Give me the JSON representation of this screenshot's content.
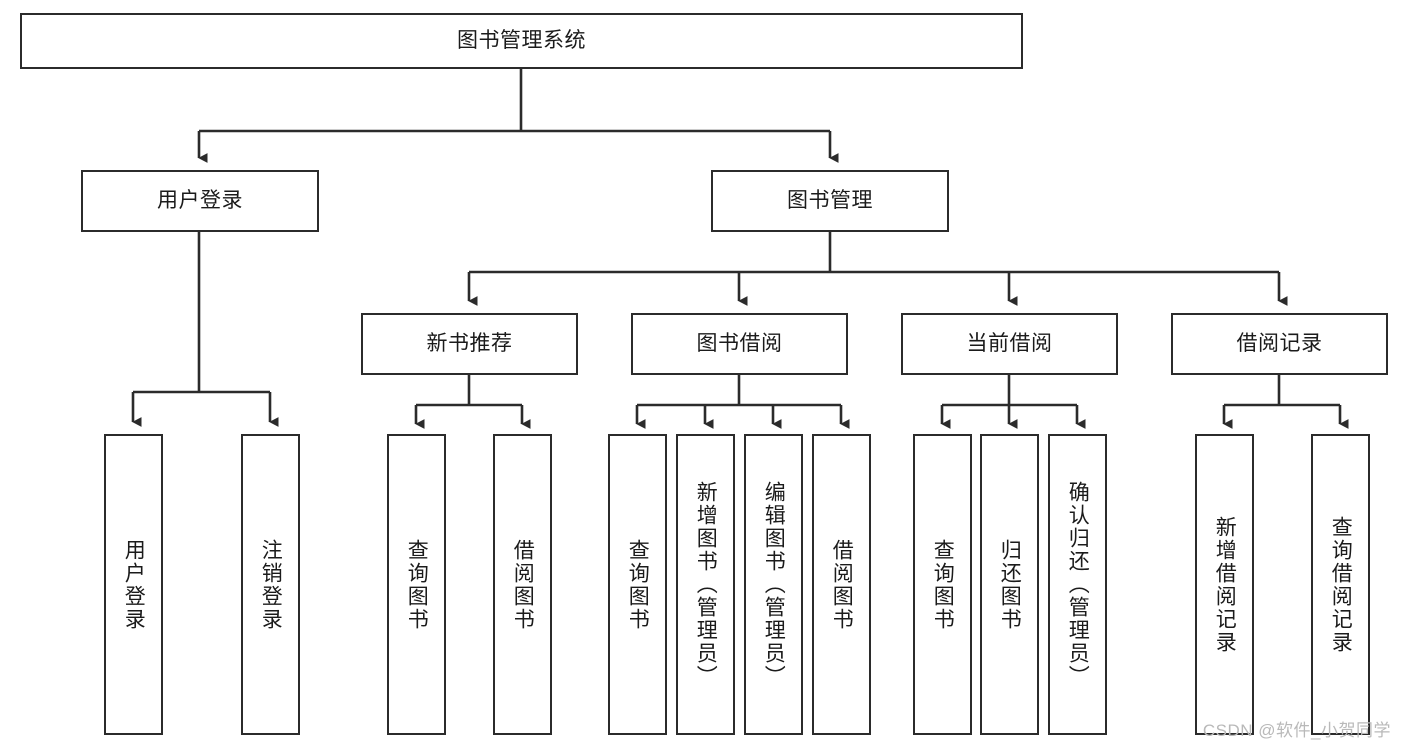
{
  "diagram": {
    "type": "tree-hierarchy-flowchart",
    "title": "图书管理系统",
    "orientation": "top-down",
    "watermark": "CSDN @软件_小贺同学",
    "colors": {
      "box_border": "#2b2b2b",
      "box_fill": "#ffffff",
      "connector": "#2b2b2b",
      "text": "#1b1b1b",
      "watermark": "#b9b9b9",
      "background": "#ffffff"
    },
    "nodes": {
      "root": {
        "label": "图书管理系统",
        "level": 1,
        "text_direction": "horizontal"
      },
      "level2": [
        {
          "id": "user-login",
          "label": "用户登录",
          "text_direction": "horizontal"
        },
        {
          "id": "book-manage",
          "label": "图书管理",
          "text_direction": "horizontal"
        }
      ],
      "level3": [
        {
          "id": "new-book-recommend",
          "label": "新书推荐",
          "parent": "book-manage",
          "text_direction": "horizontal"
        },
        {
          "id": "book-borrow",
          "label": "图书借阅",
          "parent": "book-manage",
          "text_direction": "horizontal"
        },
        {
          "id": "current-borrow",
          "label": "当前借阅",
          "parent": "book-manage",
          "text_direction": "horizontal"
        },
        {
          "id": "borrow-record",
          "label": "借阅记录",
          "parent": "book-manage",
          "text_direction": "horizontal"
        }
      ],
      "leaves": [
        {
          "id": "leaf-user-login",
          "label": "用户登录",
          "parent": "user-login",
          "text_direction": "vertical"
        },
        {
          "id": "leaf-logout-login",
          "label": "注销登录",
          "parent": "user-login",
          "text_direction": "vertical"
        },
        {
          "id": "leaf-query-book-1",
          "label": "查询图书",
          "parent": "new-book-recommend",
          "text_direction": "vertical"
        },
        {
          "id": "leaf-borrow-book-1",
          "label": "借阅图书",
          "parent": "new-book-recommend",
          "text_direction": "vertical"
        },
        {
          "id": "leaf-query-book-2",
          "label": "查询图书",
          "parent": "book-borrow",
          "text_direction": "vertical"
        },
        {
          "id": "leaf-add-book",
          "label": "新增图书（管理员）",
          "parent": "book-borrow",
          "text_direction": "vertical"
        },
        {
          "id": "leaf-edit-book",
          "label": "编辑图书（管理员）",
          "parent": "book-borrow",
          "text_direction": "vertical"
        },
        {
          "id": "leaf-borrow-book-2",
          "label": "借阅图书",
          "parent": "book-borrow",
          "text_direction": "vertical"
        },
        {
          "id": "leaf-query-book-3",
          "label": "查询图书",
          "parent": "current-borrow",
          "text_direction": "vertical"
        },
        {
          "id": "leaf-return-book",
          "label": "归还图书",
          "parent": "current-borrow",
          "text_direction": "vertical"
        },
        {
          "id": "leaf-confirm-return",
          "label": "确认归还（管理员）",
          "parent": "current-borrow",
          "text_direction": "vertical"
        },
        {
          "id": "leaf-add-record",
          "label": "新增借阅记录",
          "parent": "borrow-record",
          "text_direction": "vertical"
        },
        {
          "id": "leaf-query-record",
          "label": "查询借阅记录",
          "parent": "borrow-record",
          "text_direction": "vertical"
        }
      ]
    }
  }
}
